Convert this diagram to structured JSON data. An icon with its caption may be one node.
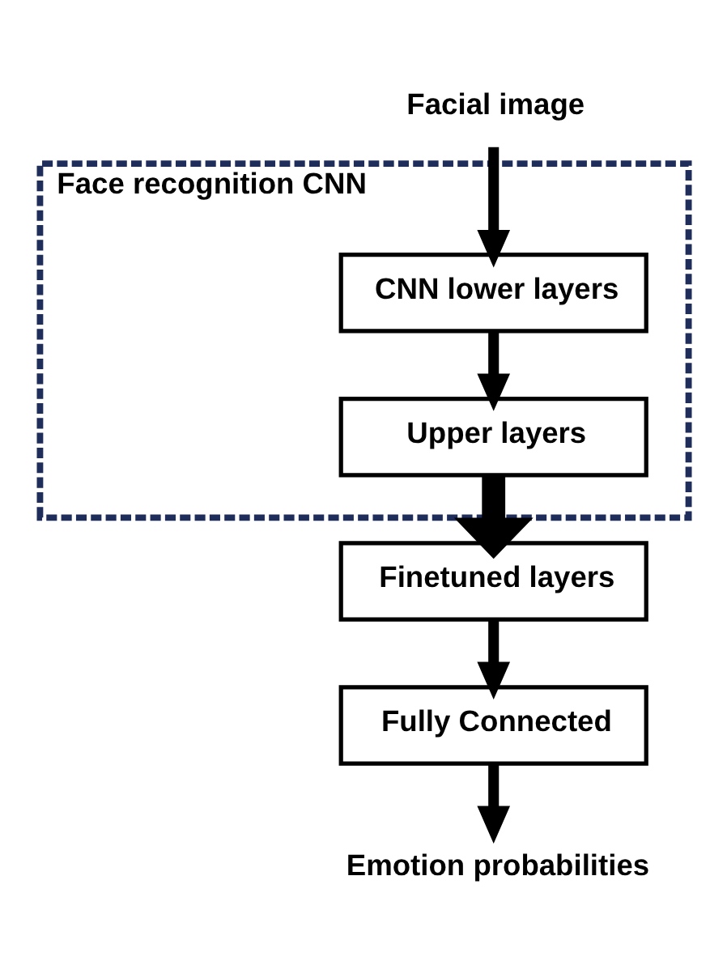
{
  "diagram": {
    "nodes": [
      {
        "text": [
          "Facial image"
        ]
      },
      {
        "text": [
          "Face recognition CNN"
        ]
      },
      {
        "text": [
          "CNN lower layers"
        ],
        "in": 1
      },
      {
        "text": [
          "Upper layers"
        ],
        "in": 1
      },
      {
        "text": [
          "Finetuned layers"
        ]
      },
      {
        "text": [
          "Fully Connected"
        ]
      },
      {
        "text": [
          "Emotion probabilities"
        ]
      }
    ],
    "edges": [
      {
        "from": 0,
        "to": 2,
        "arrow": "to"
      },
      {
        "from": 2,
        "to": 3,
        "arrow": "to"
      },
      {
        "from": 3,
        "to": 4,
        "arrow": "to",
        "style": "thick"
      },
      {
        "from": 4,
        "to": 5,
        "arrow": "to"
      },
      {
        "from": 5,
        "to": 6,
        "arrow": "to"
      }
    ]
  }
}
